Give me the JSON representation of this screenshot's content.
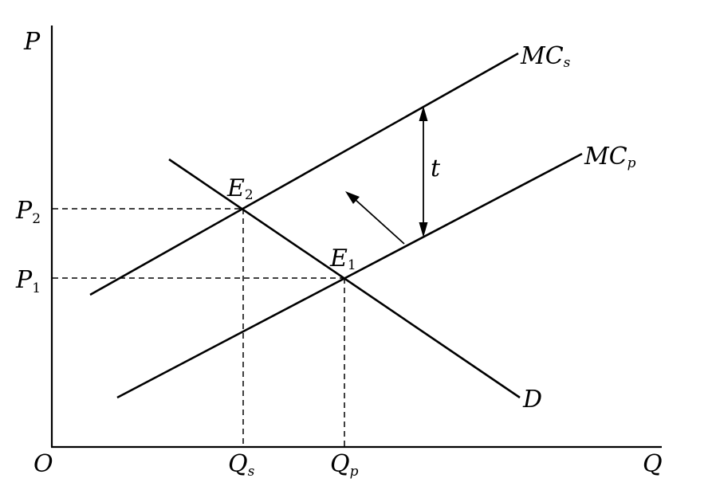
{
  "diagram": {
    "axes": {
      "origin": "O",
      "y_axis": "P",
      "x_axis": "Q"
    },
    "curves": {
      "mcs": {
        "base": "MC",
        "sub": "s"
      },
      "mcp": {
        "base": "MC",
        "sub": "p"
      },
      "demand": "D"
    },
    "points": {
      "e1": {
        "base": "E",
        "sub": "1"
      },
      "e2": {
        "base": "E",
        "sub": "2"
      }
    },
    "prices": {
      "p1": {
        "base": "P",
        "sub": "1"
      },
      "p2": {
        "base": "P",
        "sub": "2"
      }
    },
    "quantities": {
      "qs": {
        "base": "Q",
        "sub": "s"
      },
      "qp": {
        "base": "Q",
        "sub": "p"
      }
    },
    "tax_label": "t"
  }
}
